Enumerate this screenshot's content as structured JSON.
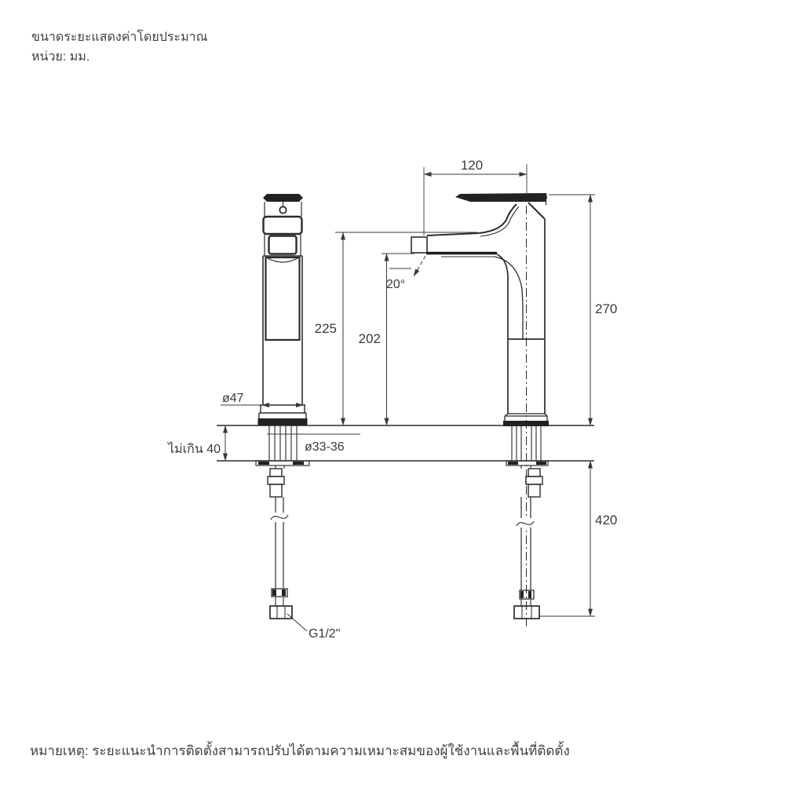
{
  "page": {
    "header_line1": "ขนาดระยะแสดงค่าโดยประมาณ",
    "header_line2": "หน่วย: มม.",
    "footnote": "หมายเหตุ: ระยะแนะนำการติดตั้งสามารถปรับได้ตามความเหมาะสมของผู้ใช้งานและพื้นที่ติดตั้ง"
  },
  "drawing": {
    "type": "technical-dimension-drawing",
    "subject": "single-handle tall vessel basin faucet — side view and front view",
    "unit": "mm",
    "dimensions": {
      "spout_reach": "120",
      "total_height": "270",
      "height_to_spout_top": "225",
      "height_to_outlet": "202",
      "outlet_angle": "20°",
      "base_diameter": "ø47",
      "max_deck_thickness": "ไม่เกิน 40",
      "hole_diameter": "ø33-36",
      "supply_hose_length": "420",
      "connection_thread": "G1/2\""
    }
  }
}
